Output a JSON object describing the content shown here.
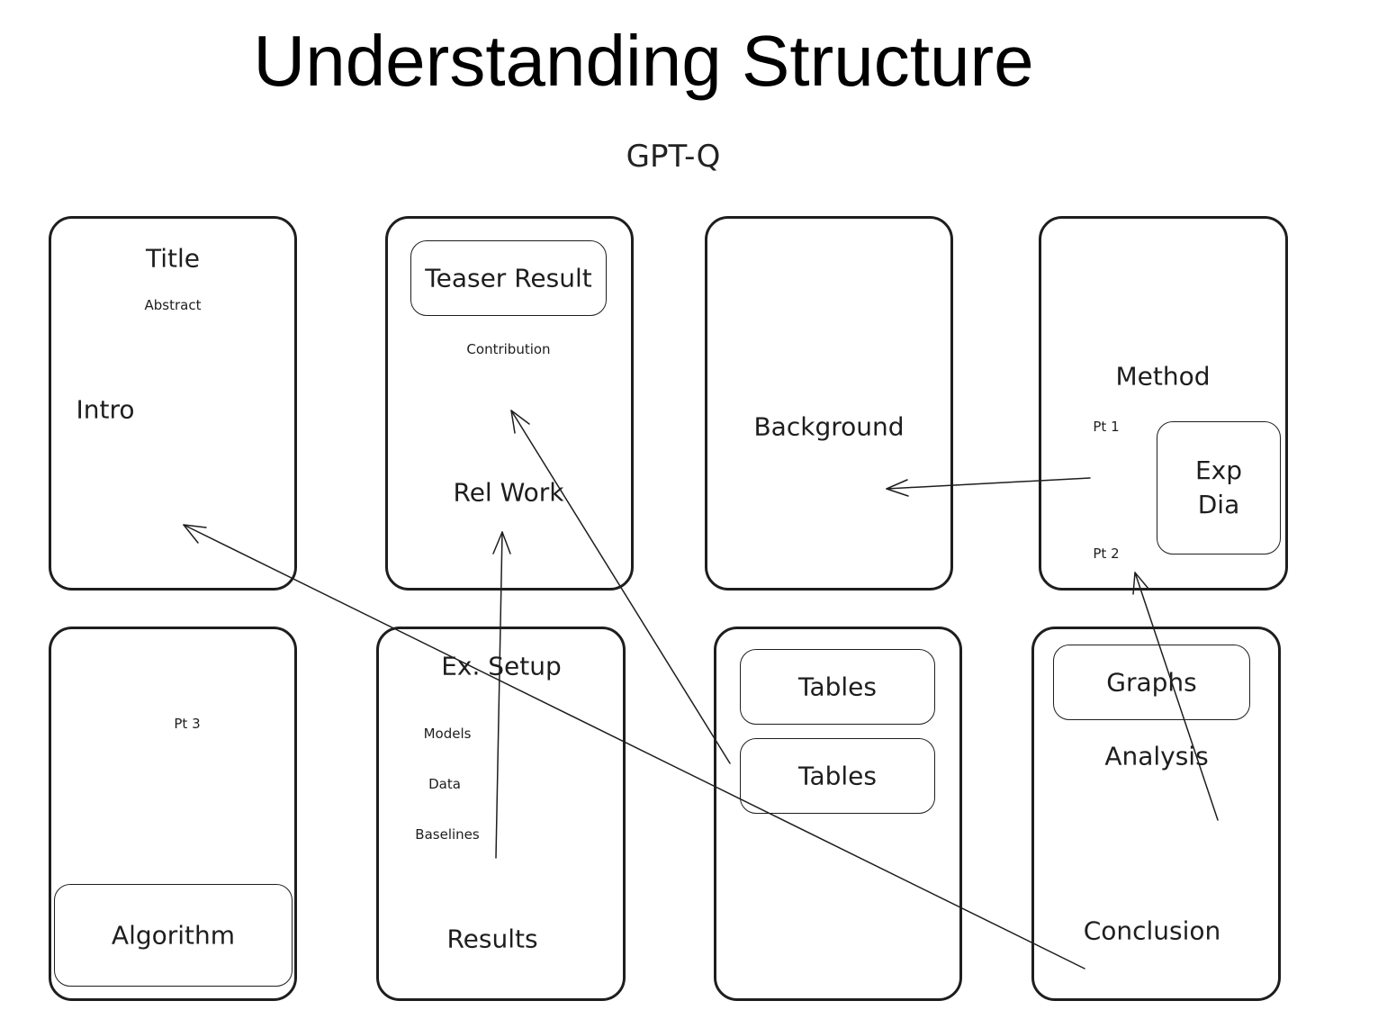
{
  "title": "Understanding Structure",
  "subtitle": "GPT-Q",
  "pages": {
    "p1": {
      "title": "Title",
      "abstract": "Abstract",
      "intro": "Intro"
    },
    "p2": {
      "teaser": "Teaser Result",
      "contribution": "Contribution",
      "rel_work": "Rel Work"
    },
    "p3": {
      "background": "Background"
    },
    "p4": {
      "method": "Method",
      "pt1": "Pt 1",
      "exp_dia": "Exp\nDia",
      "pt2": "Pt 2"
    },
    "p5": {
      "pt3": "Pt 3",
      "algorithm": "Algorithm"
    },
    "p6": {
      "ex_setup": "Ex. Setup",
      "models": "Models",
      "data": "Data",
      "baselines": "Baselines",
      "results": "Results"
    },
    "p7": {
      "tables_1": "Tables",
      "tables_2": "Tables"
    },
    "p8": {
      "graphs": "Graphs",
      "analysis": "Analysis",
      "conclusion": "Conclusion"
    }
  },
  "colors": {
    "stroke": "#1e1e1e",
    "background": "#ffffff"
  }
}
